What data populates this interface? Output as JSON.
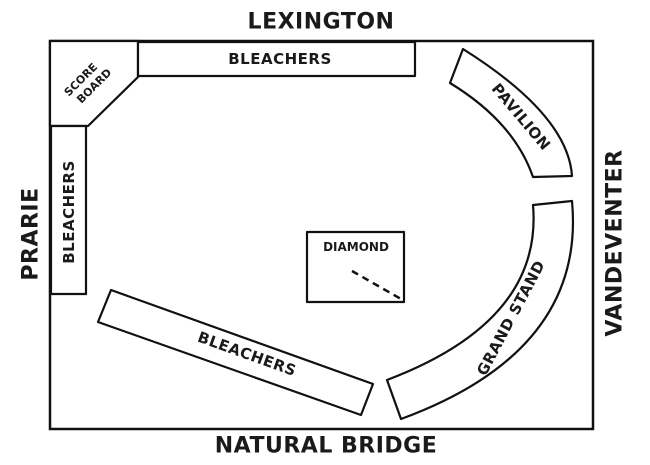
{
  "streets": {
    "north": "LEXINGTON",
    "south": "NATURAL BRIDGE",
    "west": "PRARIE",
    "east": "VANDEVENTER"
  },
  "structures": {
    "scoreboard": {
      "line1": "SCORE",
      "line2": "BOARD"
    },
    "bleachers_north": "BLEACHERS",
    "bleachers_west": "BLEACHERS",
    "bleachers_south": "BLEACHERS",
    "pavilion": "PAVILION",
    "grandstand": "GRAND STAND",
    "diamond": "DIAMOND"
  }
}
